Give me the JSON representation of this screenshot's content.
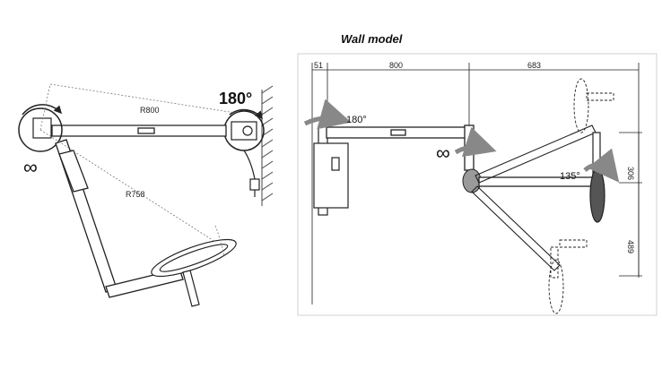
{
  "title": "Wall model",
  "left_view": {
    "rotation_wall": "180°",
    "infinity": "∞",
    "radius_upper": "R800",
    "radius_lower": "R758"
  },
  "right_view": {
    "dim_51": "51",
    "dim_800": "800",
    "dim_683": "683",
    "dim_306": "306",
    "dim_489": "489",
    "rotation_wall": "180°",
    "rotation_head": "135°",
    "infinity": "∞"
  },
  "colors": {
    "line": "#222222",
    "rotation_arrow": "#8a8a8a",
    "frame": "#d0d0d0"
  }
}
